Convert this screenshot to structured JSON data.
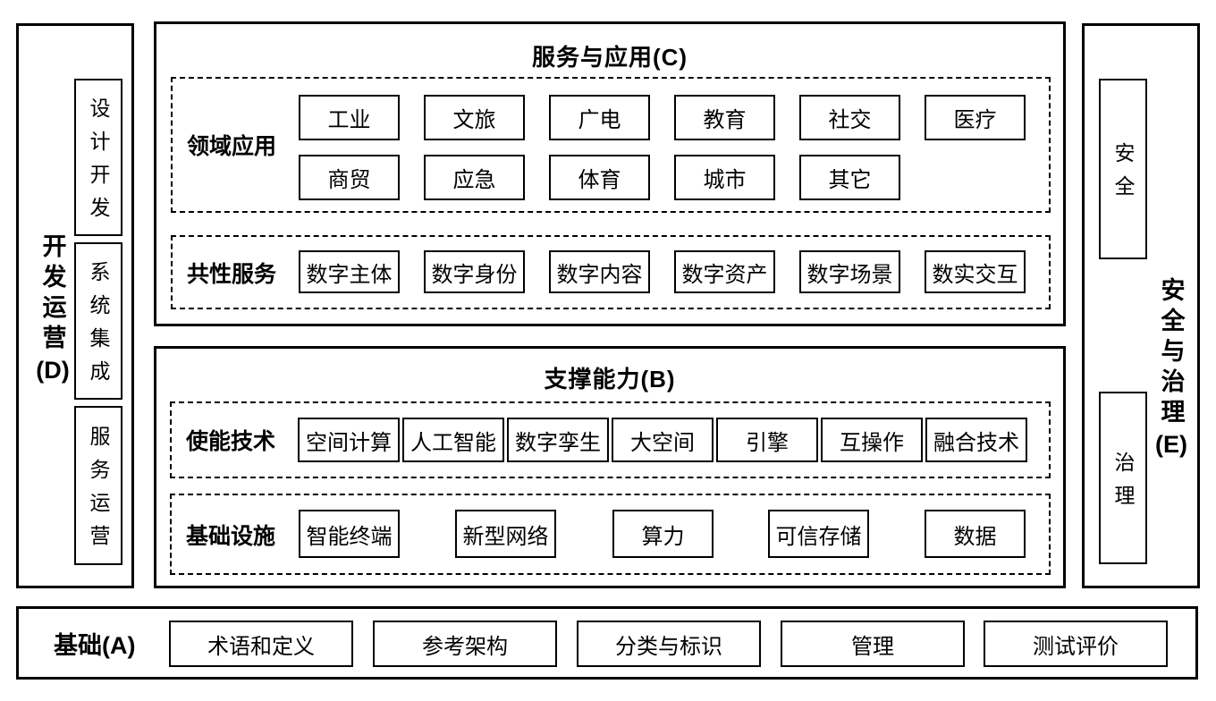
{
  "diagram": {
    "colors": {
      "line": "#000000",
      "background": "#ffffff",
      "text": "#000000"
    },
    "left_panel": {
      "title_cjk": "开发运营",
      "title_suffix": "(D)",
      "items": [
        "设计开发",
        "系统集成",
        "服务运营"
      ]
    },
    "right_panel": {
      "title_cjk": "安全与治理",
      "title_suffix": "(E)",
      "items": [
        "安全",
        "治理"
      ]
    },
    "services": {
      "title": "服务与应用(C)",
      "domain_apps": {
        "label": "领域应用",
        "row1": [
          "工业",
          "文旅",
          "广电",
          "教育",
          "社交",
          "医疗"
        ],
        "row2": [
          "商贸",
          "应急",
          "体育",
          "城市",
          "其它"
        ]
      },
      "common_services": {
        "label": "共性服务",
        "row": [
          "数字主体",
          "数字身份",
          "数字内容",
          "数字资产",
          "数字场景",
          "数实交互"
        ]
      }
    },
    "capabilities": {
      "title": "支撑能力(B)",
      "enabling_tech": {
        "label": "使能技术",
        "row": [
          "空间计算",
          "人工智能",
          "数字孪生",
          "大空间",
          "引擎",
          "互操作",
          "融合技术"
        ]
      },
      "infrastructure": {
        "label": "基础设施",
        "row": [
          "智能终端",
          "新型网络",
          "算力",
          "可信存储",
          "数据"
        ]
      }
    },
    "foundation": {
      "title": "基础(A)",
      "items": [
        "术语和定义",
        "参考架构",
        "分类与标识",
        "管理",
        "测试评价"
      ]
    }
  }
}
